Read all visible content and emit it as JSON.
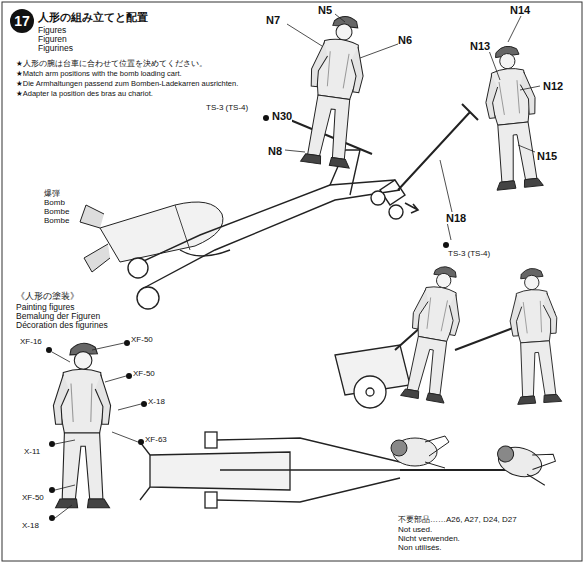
{
  "diagram": {
    "title": "人形の組み立てと配置",
    "nodes": [
      {
        "text": [
          "17"
        ]
      }
    ],
    "labels": [
      "Figures",
      "Figuren",
      "Figurines",
      "★人形の腕は台車に合わせて位置を決めてください。",
      "★Match arm positions with the bomb loading cart.",
      "★Die Armhaltungen passend zum Bomben-Ladekarren ausrichten.",
      "★Adapter la position des bras au chariot.",
      "N5",
      "N7",
      "N6",
      "N14",
      "N13",
      "N12",
      "N15",
      "TS-3 (TS-4)",
      "N30",
      "N8",
      "N18",
      "TS-3 (TS-4)",
      "爆弾",
      "Bomb",
      "Bombe",
      "Bombe",
      "《人形の塗装》",
      "Painting figures",
      "Bemalung der Figuren",
      "Décoration des figurines",
      "XF-16",
      "XF-50",
      "XF-50",
      "X-18",
      "X-11",
      "XF-63",
      "XF-50",
      "X-18",
      "不要部品……A26, A27, D24, D27",
      "Not used.",
      "Nicht verwenden.",
      "Non utilisés."
    ]
  }
}
